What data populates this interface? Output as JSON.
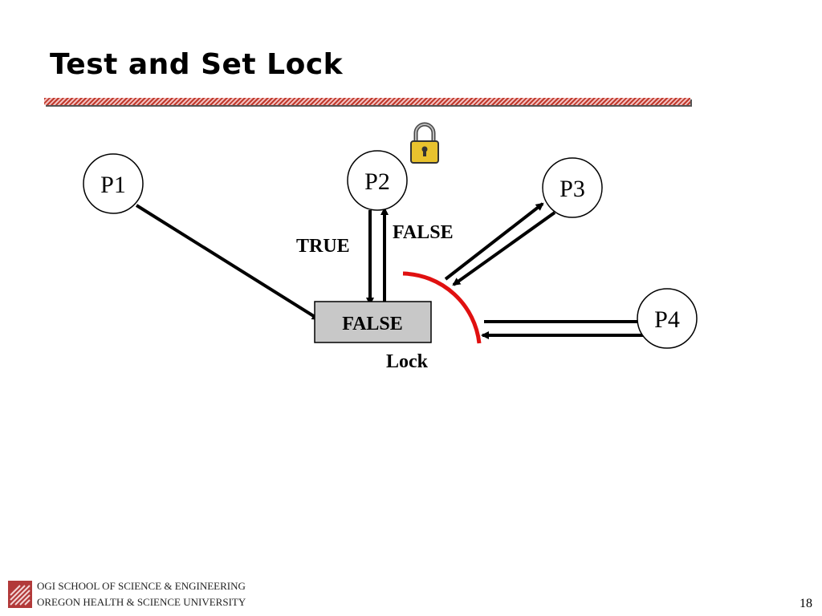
{
  "slide": {
    "title": "Test and Set Lock",
    "page_number": "18"
  },
  "diagram": {
    "nodes": {
      "p1": "P1",
      "p2": "P2",
      "p3": "P3",
      "p4": "P4"
    },
    "lock_box_value": "FALSE",
    "lock_label": "Lock",
    "edge_true": "TRUE",
    "edge_false": "FALSE",
    "icon": "padlock-icon",
    "colors": {
      "barrier": "#e01010",
      "lock_box_fill": "#c8c8c8",
      "rule_red": "#c0392b"
    }
  },
  "footer": {
    "line1": "OGI SCHOOL OF SCIENCE & ENGINEERING",
    "line2": "OREGON HEALTH & SCIENCE UNIVERSITY"
  }
}
